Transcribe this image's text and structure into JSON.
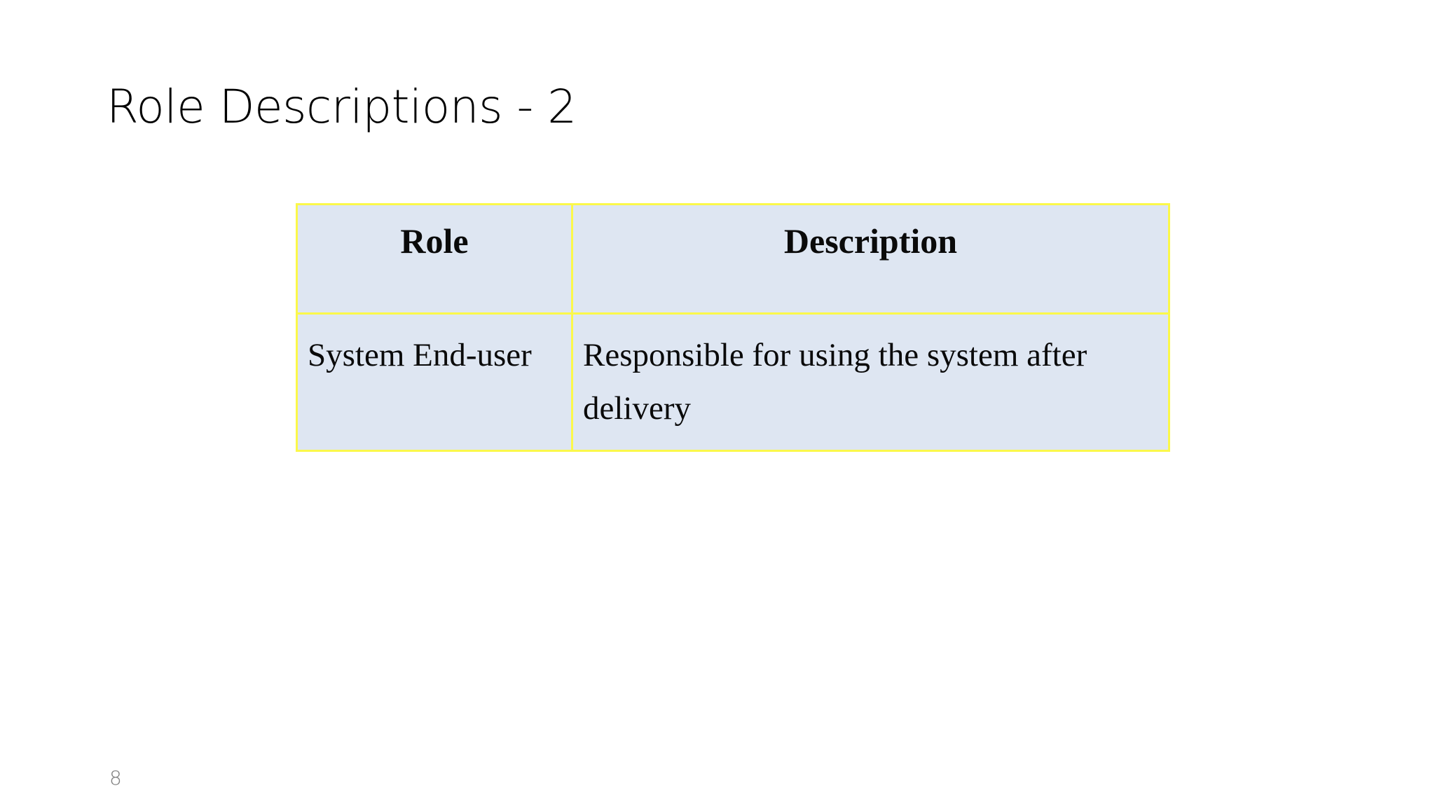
{
  "slide": {
    "title": "Role Descriptions - 2",
    "page_number": "8",
    "background_color": "#FFFFFF",
    "title_color": "#000000",
    "page_number_color": "#7F7F7F"
  },
  "table": {
    "border_color": "#FBF84A",
    "cell_fill_color": "#DEE6F2",
    "text_color": "#0A0A0A",
    "headers": [
      "Role",
      "Description"
    ],
    "rows": [
      {
        "role": "System End-user",
        "description": "Responsible for using the system after delivery"
      }
    ]
  }
}
